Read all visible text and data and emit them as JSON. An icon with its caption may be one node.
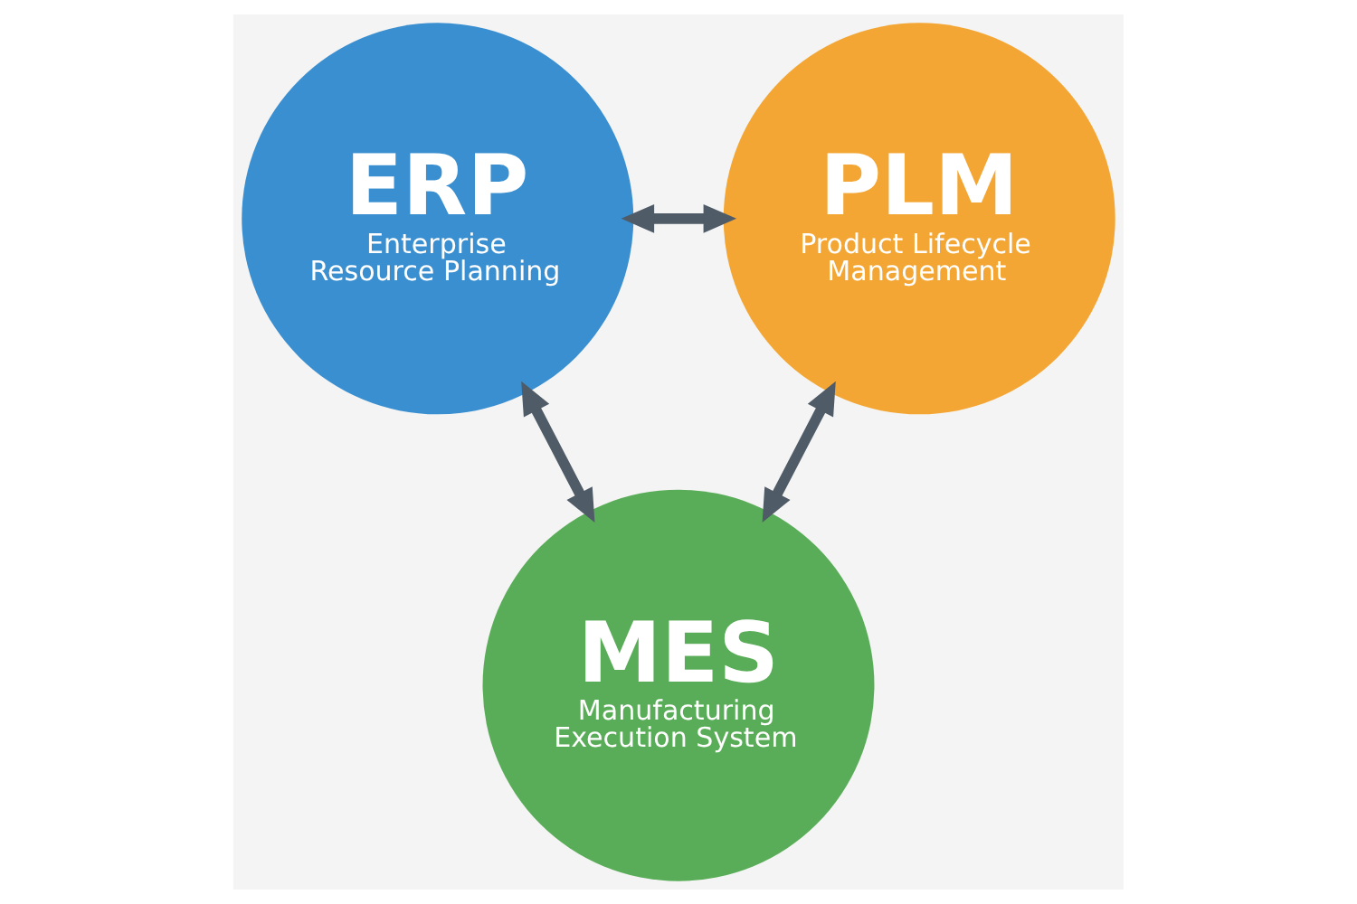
{
  "diagram": {
    "nodes": [
      {
        "text": [
          "ERP",
          "Enterprise Resource Planning"
        ]
      },
      {
        "text": [
          "PLM",
          "Product Lifecycle Management"
        ]
      },
      {
        "text": [
          "MES",
          "Manufacturing Execution System"
        ]
      }
    ],
    "edges": [
      {
        "from": 0,
        "to": 1,
        "arrow": "both"
      },
      {
        "from": 0,
        "to": 2,
        "arrow": "both"
      },
      {
        "from": 1,
        "to": 2,
        "arrow": "both"
      }
    ]
  }
}
